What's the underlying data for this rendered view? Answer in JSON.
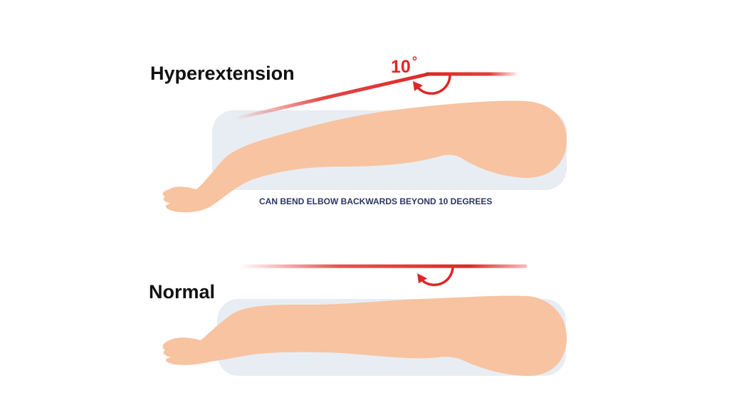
{
  "panels": {
    "hyperextension": {
      "title": "Hyperextension",
      "angle_label": "10",
      "angle_unit": "°",
      "caption": "CAN BEND ELBOW BACKWARDS BEYOND 10 DEGREES"
    },
    "normal": {
      "title": "Normal"
    }
  },
  "colors": {
    "reference_line": "#e02626",
    "arm_skin": "#f7c3a1",
    "table_pad": "#e8edf3",
    "title_text": "#111111",
    "caption_text": "#2b3566"
  }
}
